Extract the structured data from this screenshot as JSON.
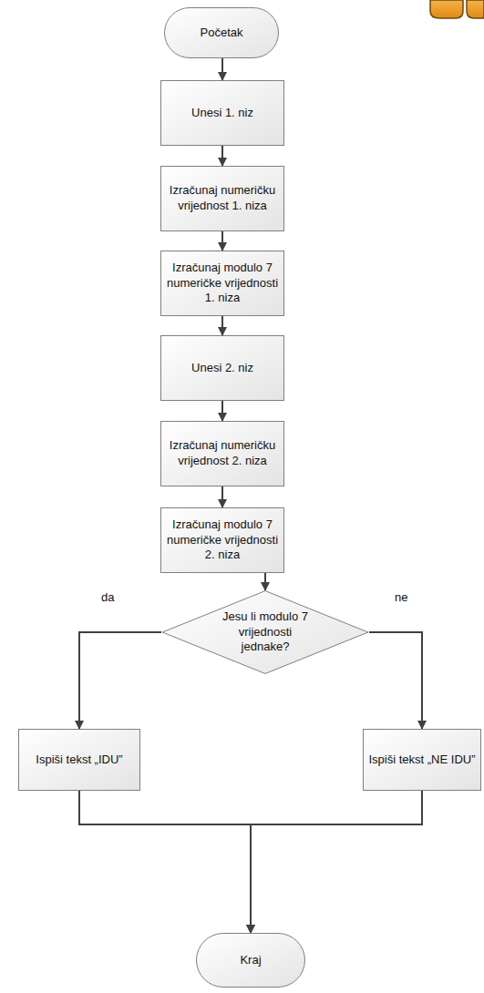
{
  "diagram": {
    "nodes": [
      {
        "text": [
          "Početak"
        ]
      },
      {
        "text": [
          "Unesi 1. niz"
        ]
      },
      {
        "text": [
          "Izračunaj numeričku vrijednost 1. niza"
        ]
      },
      {
        "text": [
          "Izračunaj modulo 7 numeričke vrijednosti 1. niza"
        ]
      },
      {
        "text": [
          "Unesi 2. niz"
        ]
      },
      {
        "text": [
          "Izračunaj numeričku vrijednost 2. niza"
        ]
      },
      {
        "text": [
          "Izračunaj modulo 7 numeričke vrijednosti 2. niza"
        ]
      },
      {
        "text": [
          "Jesu li modulo 7 vrijednosti jednake?"
        ]
      },
      {
        "text": [
          "Ispiši tekst „IDU”"
        ]
      },
      {
        "text": [
          "Ispiši tekst „NE IDU”"
        ]
      },
      {
        "text": [
          "Kraj"
        ]
      }
    ],
    "edges": [
      {
        "from": 0,
        "to": 1,
        "arrow": "to"
      },
      {
        "from": 1,
        "to": 2,
        "arrow": "to"
      },
      {
        "from": 2,
        "to": 3,
        "arrow": "to"
      },
      {
        "from": 3,
        "to": 4,
        "arrow": "to"
      },
      {
        "from": 4,
        "to": 5,
        "arrow": "to"
      },
      {
        "from": 5,
        "to": 6,
        "arrow": "to"
      },
      {
        "from": 6,
        "to": 7,
        "arrow": "to"
      },
      {
        "from": 7,
        "to": 8,
        "label": "da",
        "arrow": "to"
      },
      {
        "from": 7,
        "to": 9,
        "label": "ne",
        "arrow": "to"
      },
      {
        "from": 8,
        "to": 10,
        "arrow": "to"
      },
      {
        "from": 9,
        "to": 10,
        "arrow": "to"
      }
    ]
  }
}
